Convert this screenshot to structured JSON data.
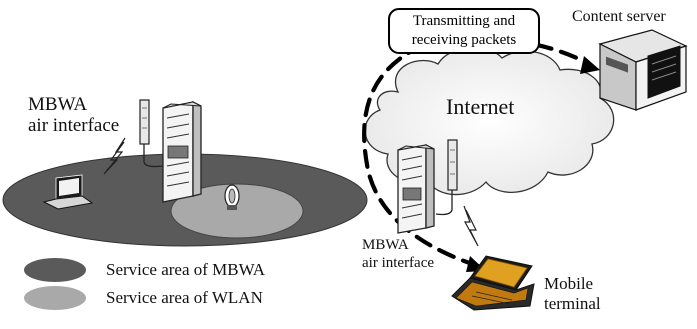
{
  "left_panel": {
    "air_interface_label_line1": "MBWA",
    "air_interface_label_line2": "air interface"
  },
  "legend": [
    {
      "label": "Service area of MBWA",
      "color": "#5a5a5a"
    },
    {
      "label": "Service area of WLAN",
      "color": "#a9a9a9"
    }
  ],
  "right_panel": {
    "callout_line1": "Transmitting and",
    "callout_line2": "receiving packets",
    "content_server_label": "Content server",
    "internet_label": "Internet",
    "air_interface_label_line1": "MBWA",
    "air_interface_label_line2": "air interface",
    "mobile_terminal_line1": "Mobile",
    "mobile_terminal_line2": "terminal"
  },
  "colors": {
    "mbwa_area": "#5a5a5a",
    "wlan_area": "#a9a9a9",
    "laptop_screen": "#e0a020"
  }
}
